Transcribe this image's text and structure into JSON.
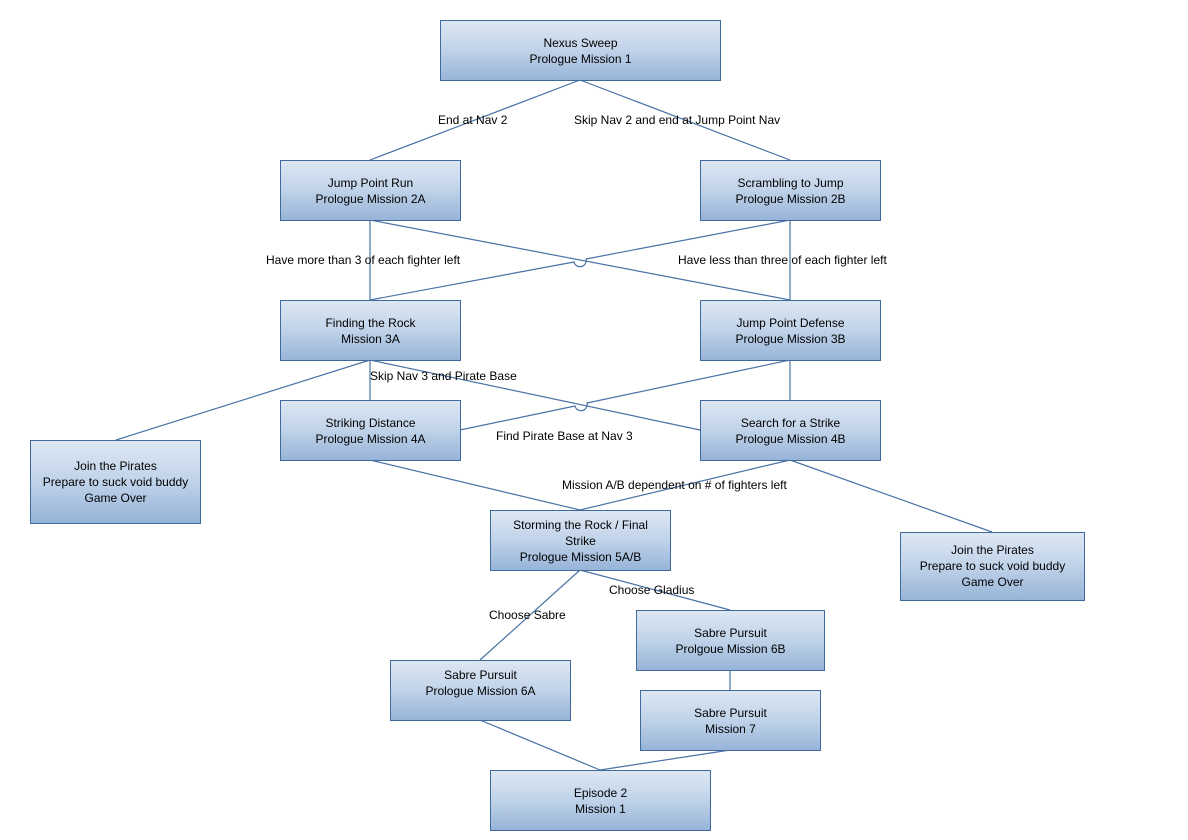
{
  "nodes": {
    "n1": [
      "Nexus Sweep",
      "Prologue Mission 1"
    ],
    "n2a": [
      "Jump Point Run",
      "Prologue Mission 2A"
    ],
    "n2b": [
      "Scrambling to Jump",
      "Prologue Mission 2B"
    ],
    "n3a": [
      "Finding the Rock",
      "Mission 3A"
    ],
    "n3b": [
      "Jump Point Defense",
      "Prologue Mission 3B"
    ],
    "n4a": [
      "Striking Distance",
      "Prologue Mission 4A"
    ],
    "n4b": [
      "Search for a Strike",
      "Prologue Mission 4B"
    ],
    "pirates_left": [
      "Join the Pirates",
      "Prepare to suck void buddy",
      "Game Over"
    ],
    "pirates_right": [
      "Join the Pirates",
      "Prepare to suck void buddy",
      "Game Over"
    ],
    "n5": [
      "Storming the Rock / Final",
      "Strike",
      "Prologue Mission 5A/B"
    ],
    "n6a": [
      "Sabre Pursuit",
      "Prologue Mission 6A"
    ],
    "n6b": [
      "Sabre Pursuit",
      "Prolgoue Mission 6B"
    ],
    "n7": [
      "Sabre Pursuit",
      "Mission 7"
    ],
    "ep2": [
      "Episode 2",
      "Mission 1"
    ]
  },
  "edge_labels": {
    "end_nav2": "End at Nav 2",
    "skip_nav2": "Skip Nav 2 and end at Jump Point Nav",
    "more_than_3": "Have more than 3 of each fighter left",
    "less_than_3": "Have less than three of each fighter left",
    "skip_nav3": "Skip Nav 3 and Pirate Base",
    "find_pirate": "Find Pirate Base at Nav 3",
    "ab_dependent": "Mission A/B dependent on # of fighters left",
    "choose_gladius": "Choose Gladius",
    "choose_sabre": "Choose Sabre"
  },
  "colors": {
    "box_top": "#dde7f3",
    "box_bottom": "#97b4d8",
    "border": "#3f6a9c",
    "connector": "#4a72a6"
  }
}
